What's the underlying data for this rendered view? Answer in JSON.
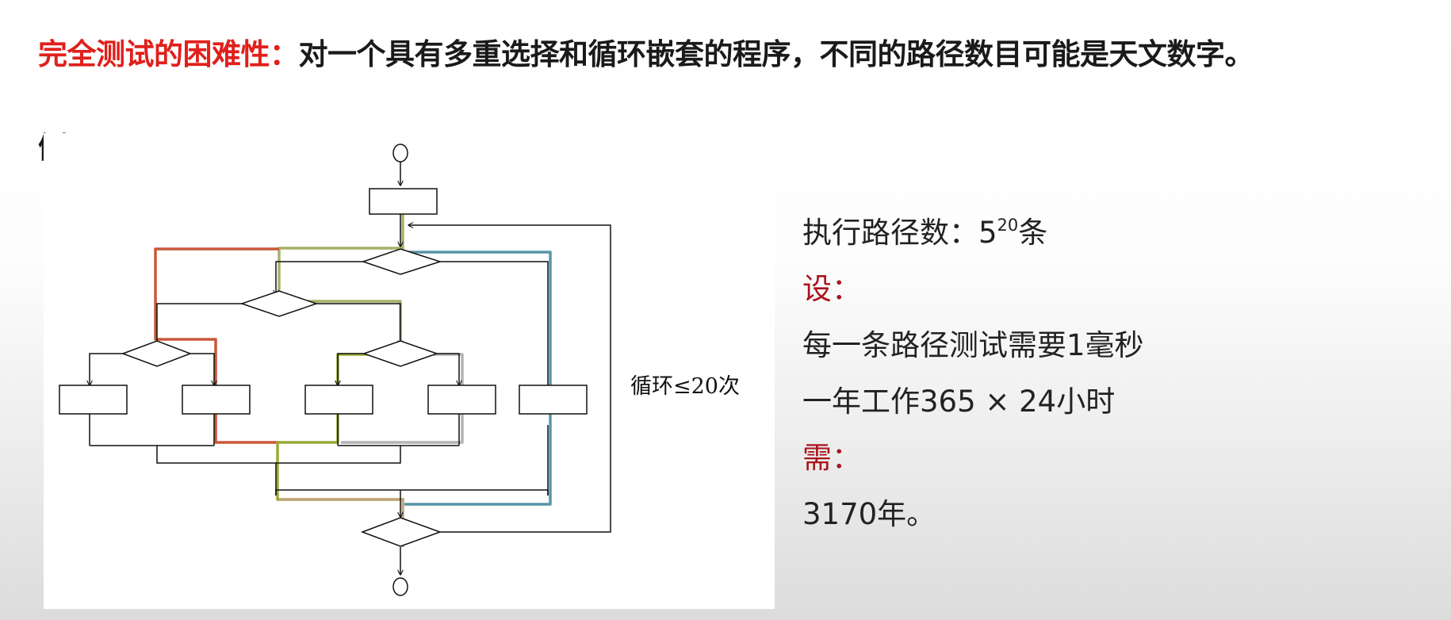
{
  "headline": {
    "keyword": "完全测试的困难性：",
    "text": "对一个具有多重选择和循环嵌套的程序，不同的路径数目可能是天文数字。"
  },
  "example_label": "例：",
  "diagram": {
    "loop_label": "循环≤20次"
  },
  "notes": {
    "paths_prefix": "执行路径数：5",
    "paths_exponent": "20",
    "paths_suffix": "条",
    "assume_label": "设：",
    "assumption_1": "每一条路径测试需要1毫秒",
    "assumption_2": "一年工作365 × 24小时",
    "need_label": "需：",
    "result": "3170年。"
  },
  "colors": {
    "keyword_red": "#e0201c",
    "label_dark_red": "#a8151b",
    "path_olive": "#a9b06a",
    "path_red": "#c9573a",
    "path_blue": "#5896a8",
    "path_gray": "#b3b3b3",
    "path_brown": "#c2a57c",
    "path_green": "#9aaa34"
  }
}
